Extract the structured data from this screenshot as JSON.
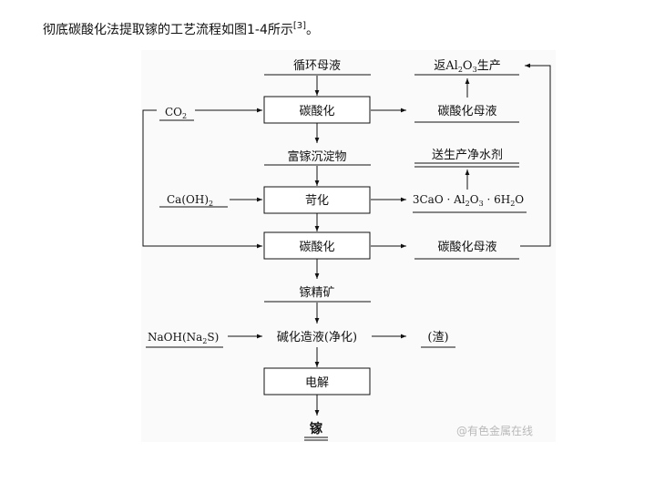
{
  "caption": {
    "text": "彻底碳酸化法提取镓的工艺流程如图1-4所示",
    "ref": "[3]",
    "end": "。"
  },
  "watermark": "@有色金属在线",
  "flow": {
    "top_input": "循环母液",
    "step1": "碳酸化",
    "co2_base": "CO",
    "co2_sub": "2",
    "out1_mother": "碳酸化母液",
    "out1_ret_a": "返Al",
    "out1_ret_s1": "2",
    "out1_ret_b": "O",
    "out1_ret_s2": "3",
    "out1_ret_c": "生产",
    "mid1": "富镓沉淀物",
    "step2": "苛化",
    "caoh_a": "Ca(OH)",
    "caoh_sub": "2",
    "out2_top": "送生产净水剂",
    "out2_a": "3CaO · Al",
    "out2_s1": "2",
    "out2_b": "O",
    "out2_s2": "3",
    "out2_c": " · 6H",
    "out2_s3": "2",
    "out2_d": "O",
    "step3": "碳酸化",
    "out3": "碳酸化母液",
    "mid2": "镓精矿",
    "naoh_a": "NaOH(Na",
    "naoh_sub": "2",
    "naoh_b": "S)",
    "step4": "碱化造液(净化)",
    "residue": "(渣)",
    "step5": "电解",
    "final": "镓"
  }
}
